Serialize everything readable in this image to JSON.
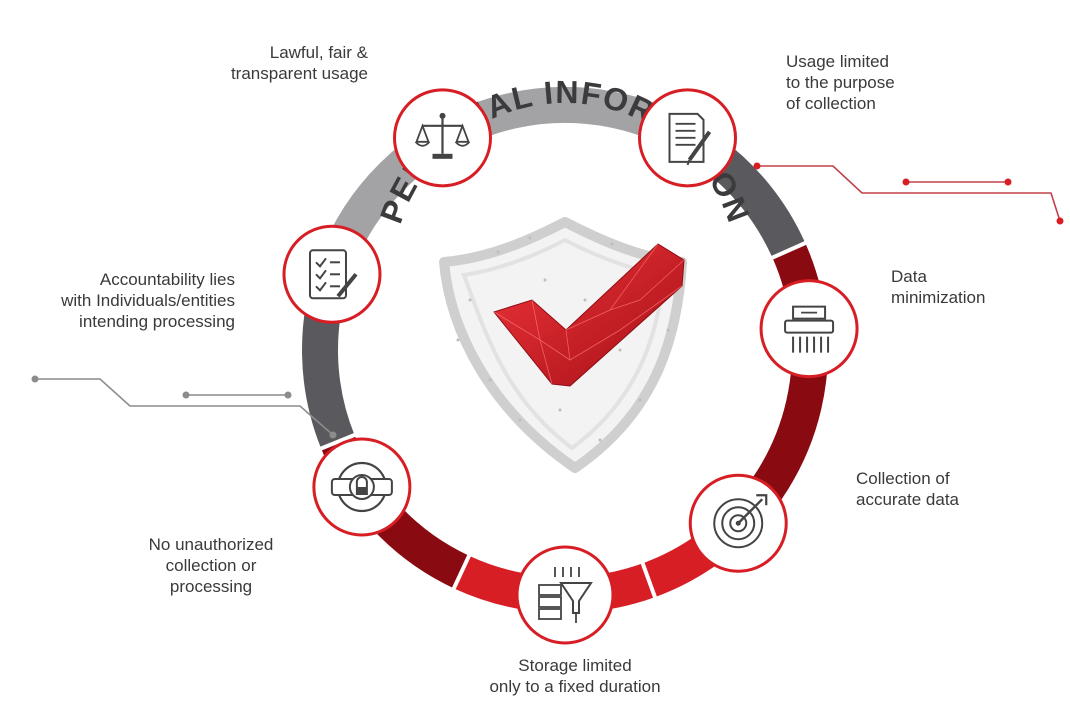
{
  "center_title": "PERSONAL INFORMATION",
  "principles": [
    {
      "id": "lawful",
      "icon": "scales-icon",
      "lines": [
        "Lawful, fair &",
        "transparent usage"
      ]
    },
    {
      "id": "purpose",
      "icon": "document-pen-icon",
      "lines": [
        "Usage limited",
        "to the purpose",
        "of collection"
      ]
    },
    {
      "id": "minimization",
      "icon": "shredder-icon",
      "lines": [
        "Data",
        "minimization"
      ]
    },
    {
      "id": "accuracy",
      "icon": "target-arrow-icon",
      "lines": [
        "Collection of",
        "accurate data"
      ]
    },
    {
      "id": "storage",
      "icon": "server-funnel-icon",
      "lines": [
        "Storage limited",
        "only to a fixed duration"
      ]
    },
    {
      "id": "unauthorized",
      "icon": "safe-lock-icon",
      "lines": [
        "No unauthorized",
        "collection or",
        "processing"
      ]
    },
    {
      "id": "accountability",
      "icon": "checklist-icon",
      "lines": [
        "Accountability lies",
        "with Individuals/entities",
        "intending processing"
      ]
    }
  ],
  "colors": {
    "accent_red": "#d81e25",
    "dark_red": "#8a0a12",
    "ring_gray": "#a3a3a5",
    "ring_dark": "#5a5a5e",
    "text": "#3a3a3a"
  }
}
